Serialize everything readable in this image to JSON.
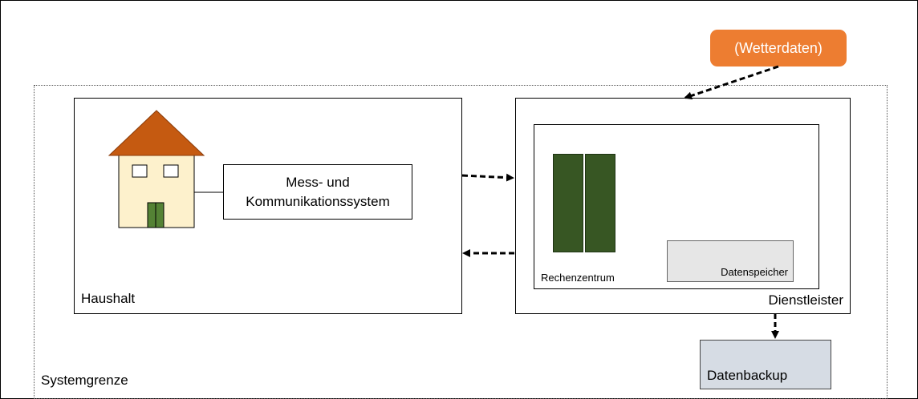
{
  "labels": {
    "systemgrenze": "Systemgrenze",
    "haushalt": "Haushalt",
    "dienstleister": "Dienstleister",
    "mess_kommunikation": "Mess- und\nKommunikationssystem",
    "rechenzentrum": "Rechenzentrum",
    "datenspeicher": "Datenspeicher",
    "datenbackup": "Datenbackup",
    "wetterdaten": "(Wetterdaten)"
  },
  "colors": {
    "wetter_fill": "#ed7d31",
    "server_fill": "#375623",
    "house_wall": "#fdf1cc",
    "house_roof": "#c55a11",
    "house_door": "#548235",
    "datenspeicher_fill": "#e6e6e6",
    "datenbackup_fill": "#d6dce4"
  },
  "icons": {
    "house": "house-icon",
    "servers": "server-rack-icon"
  }
}
